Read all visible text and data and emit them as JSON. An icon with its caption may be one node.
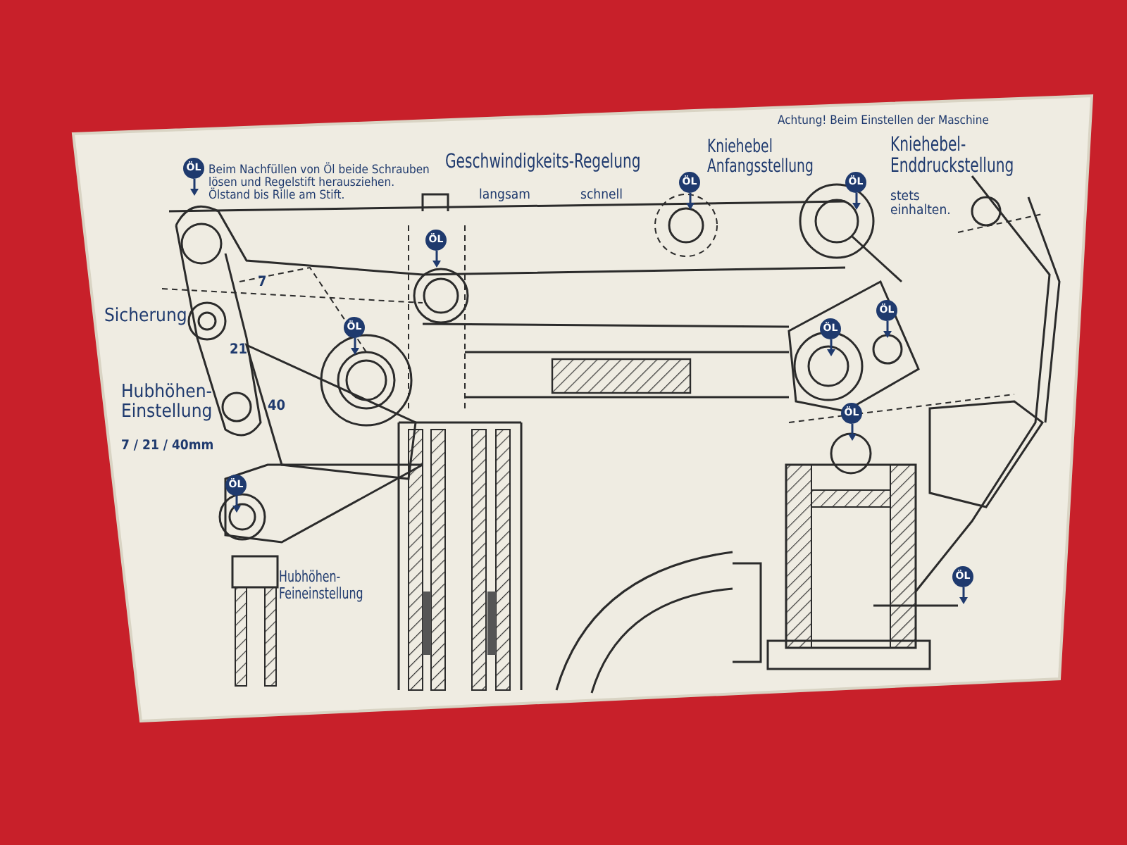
{
  "diagram": {
    "labels": [
      "Beim Nachfüllen von Öl beide Schrauben lösen und Regelstift herausziehen. Ölstand bis Rille am Stift.",
      "Geschwindigkeits-Regelung",
      "langsam",
      "schnell",
      "Kniehebel Anfangsstellung",
      "Achtung! Beim Einstellen der Maschine",
      "Kniehebel-Enddruckstellung",
      "stets einhalten.",
      "Sicherung",
      "7",
      "21",
      "40",
      "Hubhöhen-Einstellung",
      "7 / 21 / 40mm",
      "Hubhöhen-Feineinstellung",
      "ÖL",
      "ÖL",
      "ÖL",
      "ÖL",
      "ÖL",
      "ÖL",
      "ÖL",
      "ÖL",
      "ÖL",
      "ÖL"
    ]
  }
}
